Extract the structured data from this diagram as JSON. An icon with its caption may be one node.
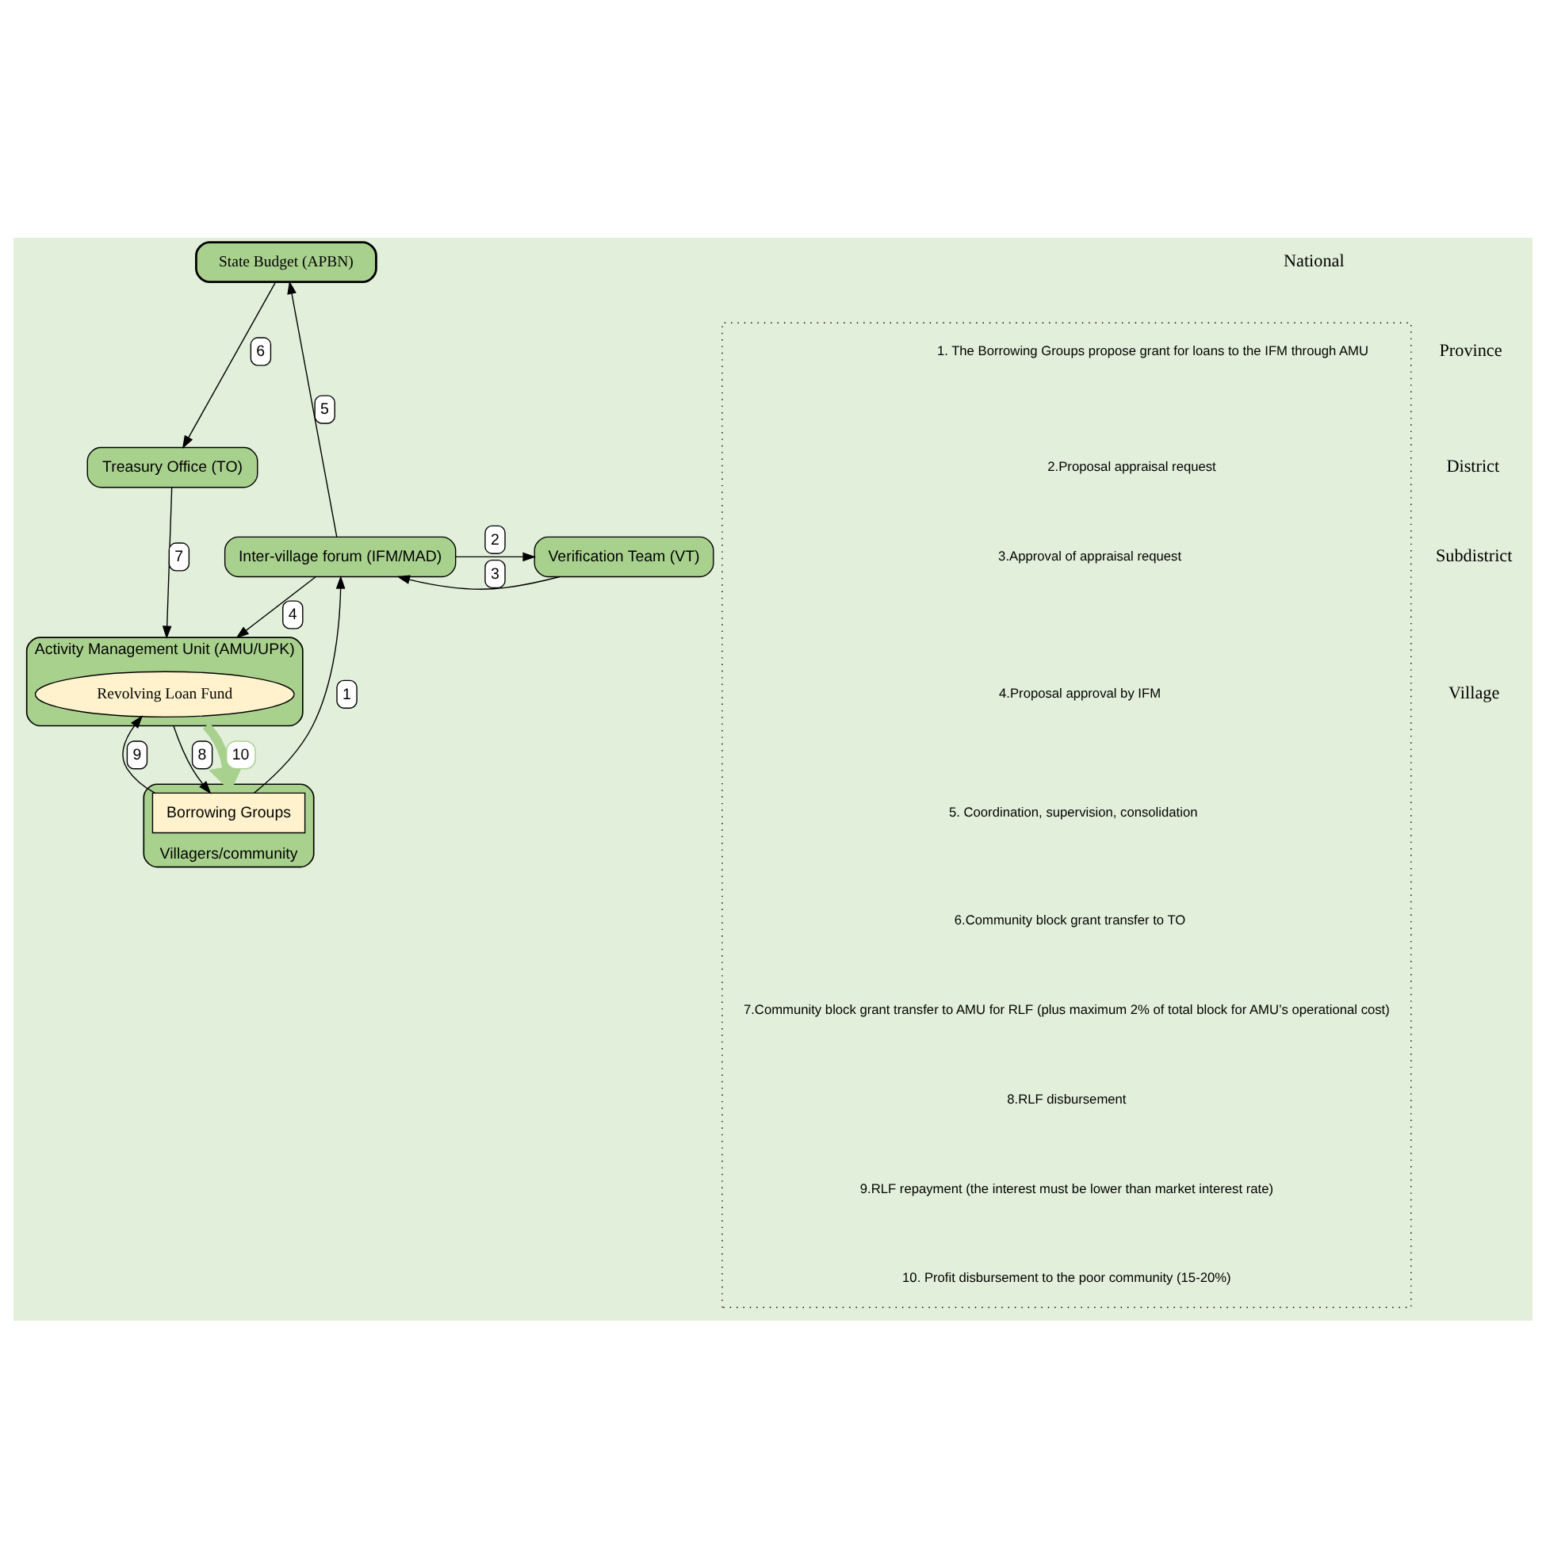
{
  "diagram": {
    "nodes": [
      {
        "text": [
          "State Budget (APBN)"
        ]
      },
      {
        "text": [
          "Treasury Office (TO)"
        ]
      },
      {
        "text": [
          "Inter-village forum (IFM/MAD)"
        ]
      },
      {
        "text": [
          "Verification Team (VT)"
        ]
      },
      {
        "text": [
          "Activity Management Unit (AMU/UPK)"
        ]
      },
      {
        "text": [
          "Revolving Loan Fund"
        ],
        "in": 4
      },
      {
        "text": [
          "Villagers/community"
        ]
      },
      {
        "text": [
          "Borrowing Groups"
        ],
        "in": 6
      },
      {
        "text": [],
        "shape": "box"
      }
    ],
    "edges": [
      {
        "from": 2,
        "to": 0,
        "arrow": "to",
        "label": "5"
      },
      {
        "from": 0,
        "to": 1,
        "arrow": "to",
        "label": "6"
      },
      {
        "from": 1,
        "to": 4,
        "arrow": "to",
        "label": "7"
      },
      {
        "from": 2,
        "to": 3,
        "arrow": "to",
        "label": "2"
      },
      {
        "from": 3,
        "to": 2,
        "arrow": "to",
        "label": "3"
      },
      {
        "from": 2,
        "to": 4,
        "arrow": "to",
        "label": "4"
      },
      {
        "from": 7,
        "to": 2,
        "arrow": "to",
        "label": "1"
      },
      {
        "from": 7,
        "to": 5,
        "arrow": "to",
        "label": "9"
      },
      {
        "from": 4,
        "to": 7,
        "arrow": "to",
        "label": "8"
      },
      {
        "from": 4,
        "to": 6,
        "arrow": "to",
        "label": "10",
        "style": "thick",
        "color": "#a9d18e"
      }
    ],
    "labels": [
      "National",
      "Province",
      "District",
      "Subdistrict",
      "Village",
      "1. The Borrowing Groups propose grant for loans to the IFM through AMU",
      "2.Proposal appraisal request",
      "3.Approval of appraisal request",
      "4.Proposal approval by IFM",
      "5. Coordination, supervision, consolidation",
      "6.Community block grant transfer to TO",
      "7.Community block grant transfer to AMU for RLF (plus maximum 2% of total block for AMU’s operational cost)",
      "8.RLF disbursement",
      "9.RLF repayment (the interest must be lower than market interest rate)",
      "10. Profit disbursement to the poor community (15-20%)"
    ]
  }
}
